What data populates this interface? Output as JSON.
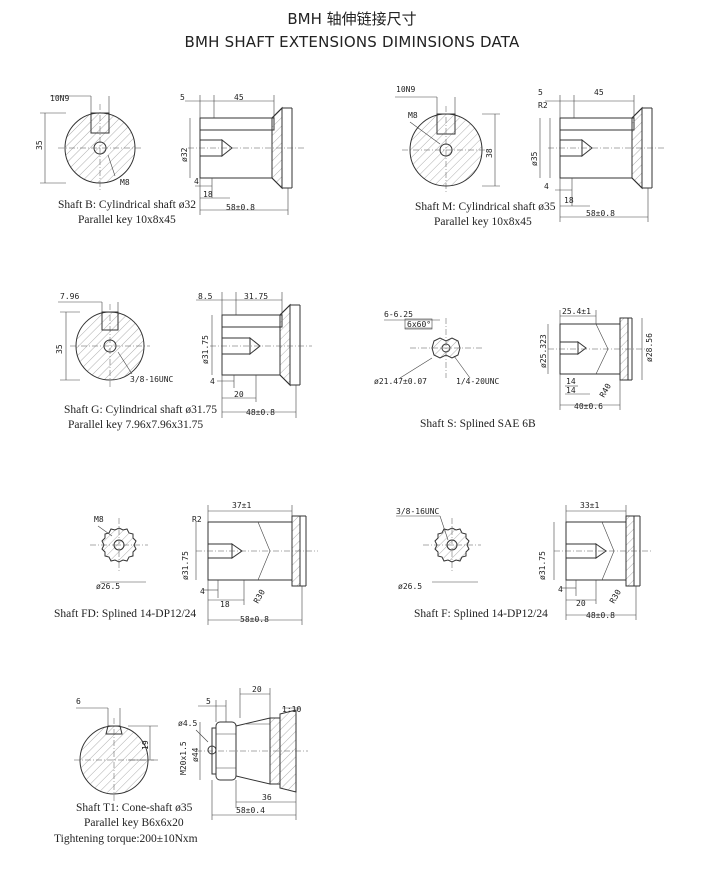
{
  "title_cn": "BMH 轴伸链接尺寸",
  "title_en": "BMH SHAFT EXTENSIONS DIMINSIONS DATA",
  "shafts": [
    {
      "id": "B",
      "caption": [
        "Shaft B: Cylindrical shaft ø32",
        "Parallel key 10x8x45"
      ],
      "dims": [
        "10N9",
        "35",
        "M8",
        "5",
        "45",
        "ø32",
        "4",
        "18",
        "58±0.8"
      ]
    },
    {
      "id": "M",
      "caption": [
        "Shaft M: Cylindrical shaft ø35",
        "Parallel key 10x8x45"
      ],
      "dims": [
        "10N9",
        "M8",
        "5",
        "45",
        "R2",
        "38",
        "ø35",
        "4",
        "18",
        "58±0.8"
      ]
    },
    {
      "id": "G",
      "caption": [
        "Shaft G: Cylindrical shaft ø31.75",
        "Parallel key 7.96x7.96x31.75"
      ],
      "dims": [
        "7.96",
        "35",
        "3/8-16UNC",
        "8.5",
        "31.75",
        "ø31.75",
        "4",
        "20",
        "48±0.8"
      ]
    },
    {
      "id": "S",
      "caption": [
        "Shaft S: Splined SAE 6B"
      ],
      "dims": [
        "6-6.25",
        "6x60°",
        "ø21.47±0.07",
        "1/4-20UNC",
        "25.4±1",
        "ø25.323",
        "ø28.56",
        "14",
        "14",
        "R40",
        "40±0.6"
      ]
    },
    {
      "id": "FD",
      "caption": [
        "Shaft FD: Splined 14-DP12/24"
      ],
      "dims": [
        "M8",
        "ø26.5",
        "R2",
        "37±1",
        "ø31.75",
        "4",
        "18",
        "R30",
        "58±0.8"
      ]
    },
    {
      "id": "F",
      "caption": [
        "Shaft F: Splined 14-DP12/24"
      ],
      "dims": [
        "3/8-16UNC",
        "ø26.5",
        "33±1",
        "ø31.75",
        "4",
        "20",
        "R30",
        "48±0.8"
      ]
    },
    {
      "id": "T1",
      "caption": [
        "Shaft T1: Cone-shaft ø35",
        "Parallel key B6x6x20",
        "Tightening torque:200±10Nxm"
      ],
      "dims": [
        "6",
        "19",
        "5",
        "20",
        "1:10",
        "ø4.5",
        "M20x1.5",
        "ø44",
        "36",
        "58±0.4"
      ]
    }
  ]
}
